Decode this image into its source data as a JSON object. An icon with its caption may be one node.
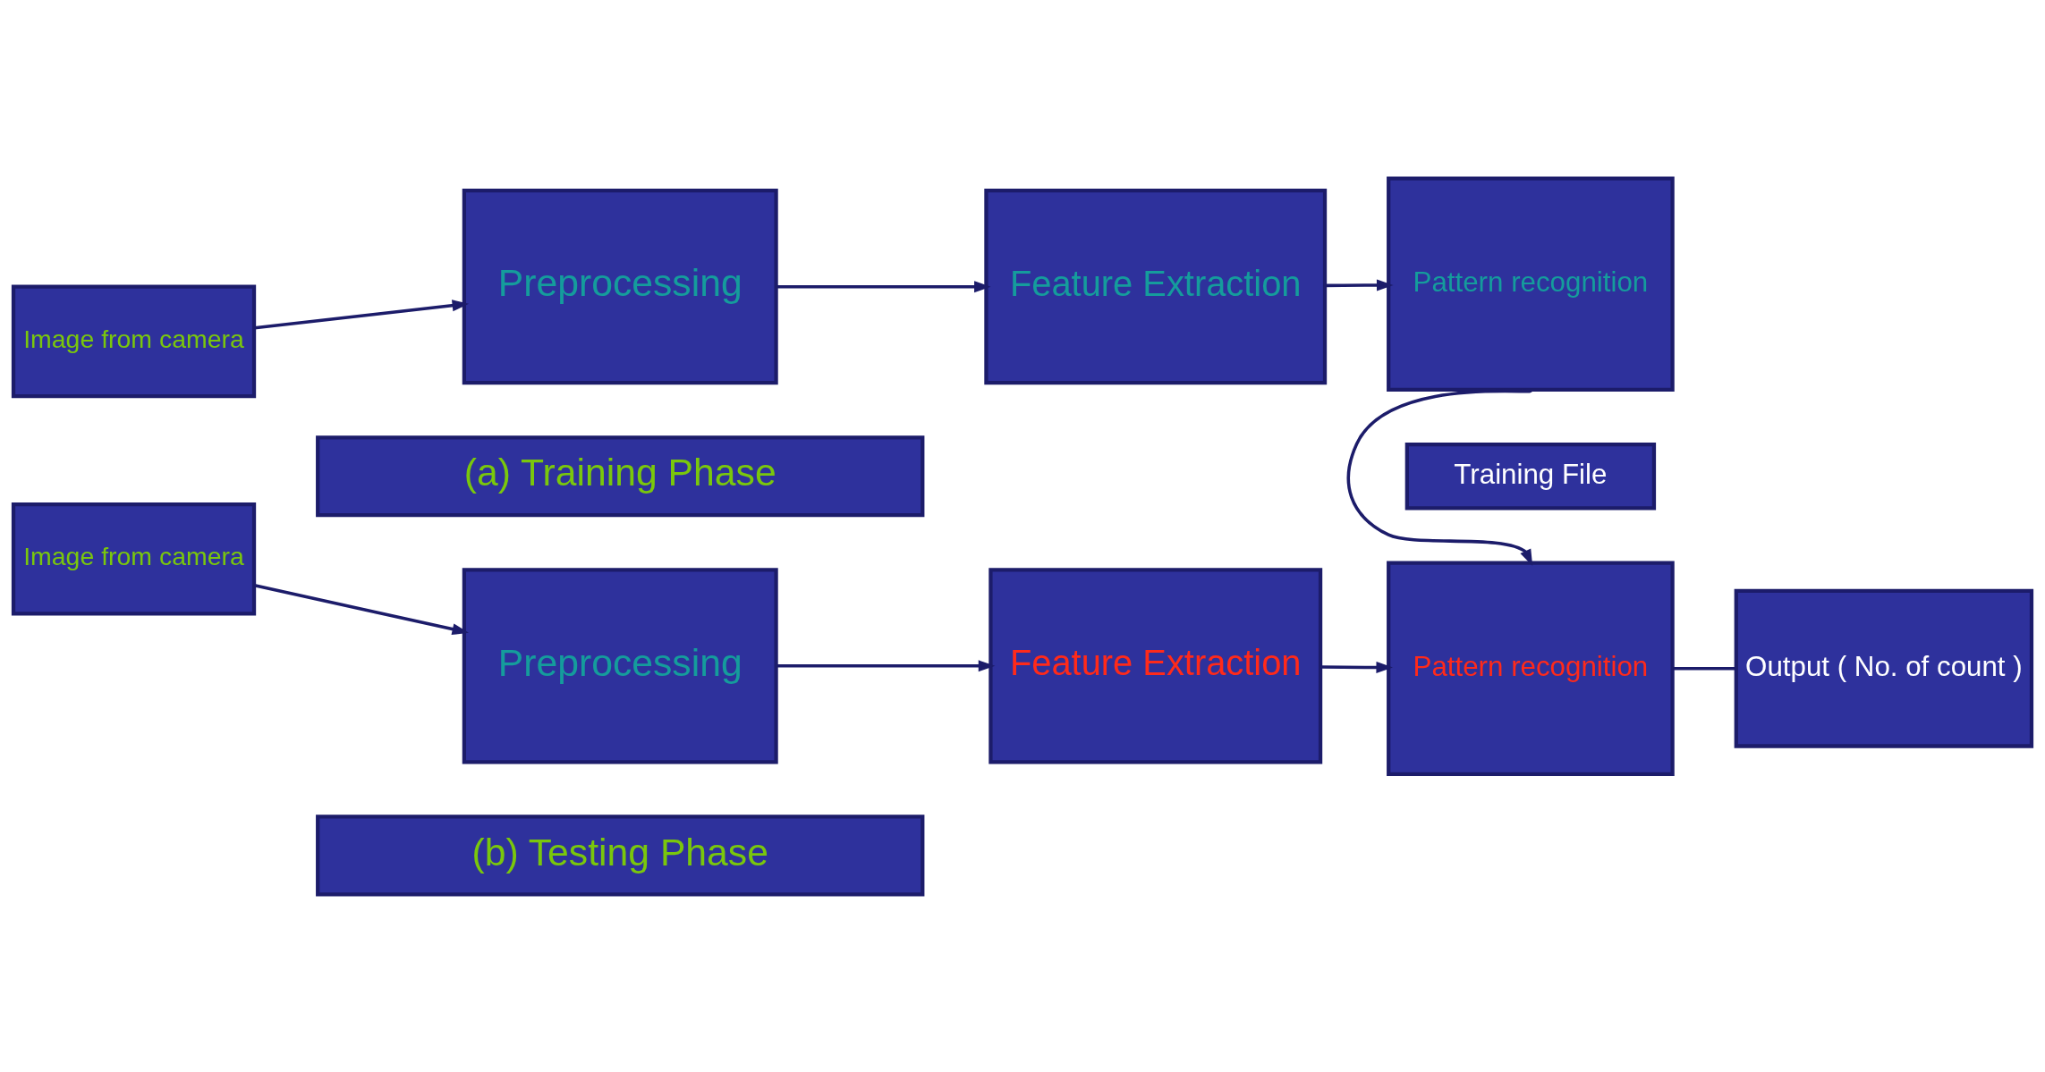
{
  "diagram": {
    "nodes": [
      {
        "text": [
          "Image from camera"
        ]
      },
      {
        "text": [
          "Preprocessing"
        ]
      },
      {
        "text": [
          "Feature Extraction"
        ]
      },
      {
        "text": [
          "Pattern recognition"
        ]
      },
      {
        "text": [
          "(a) Training Phase"
        ]
      },
      {
        "text": [
          "Training File"
        ]
      },
      {
        "text": [
          "Image from camera"
        ]
      },
      {
        "text": [
          "Preprocessing"
        ]
      },
      {
        "text": [
          "Feature Extraction"
        ]
      },
      {
        "text": [
          "Pattern recognition"
        ]
      },
      {
        "text": [
          "Output ( No. of count )"
        ]
      },
      {
        "text": [
          "(b) Testing Phase"
        ]
      }
    ],
    "edges": [
      {
        "from": 0,
        "to": 1,
        "arrow": "to"
      },
      {
        "from": 1,
        "to": 2,
        "arrow": "to"
      },
      {
        "from": 2,
        "to": 3,
        "arrow": "to"
      },
      {
        "from": 3,
        "to": 9,
        "arrow": "to"
      },
      {
        "from": 6,
        "to": 7,
        "arrow": "to"
      },
      {
        "from": 7,
        "to": 8,
        "arrow": "to"
      },
      {
        "from": 8,
        "to": 9,
        "arrow": "to"
      },
      {
        "from": 9,
        "to": 10,
        "arrow": "none"
      }
    ]
  }
}
